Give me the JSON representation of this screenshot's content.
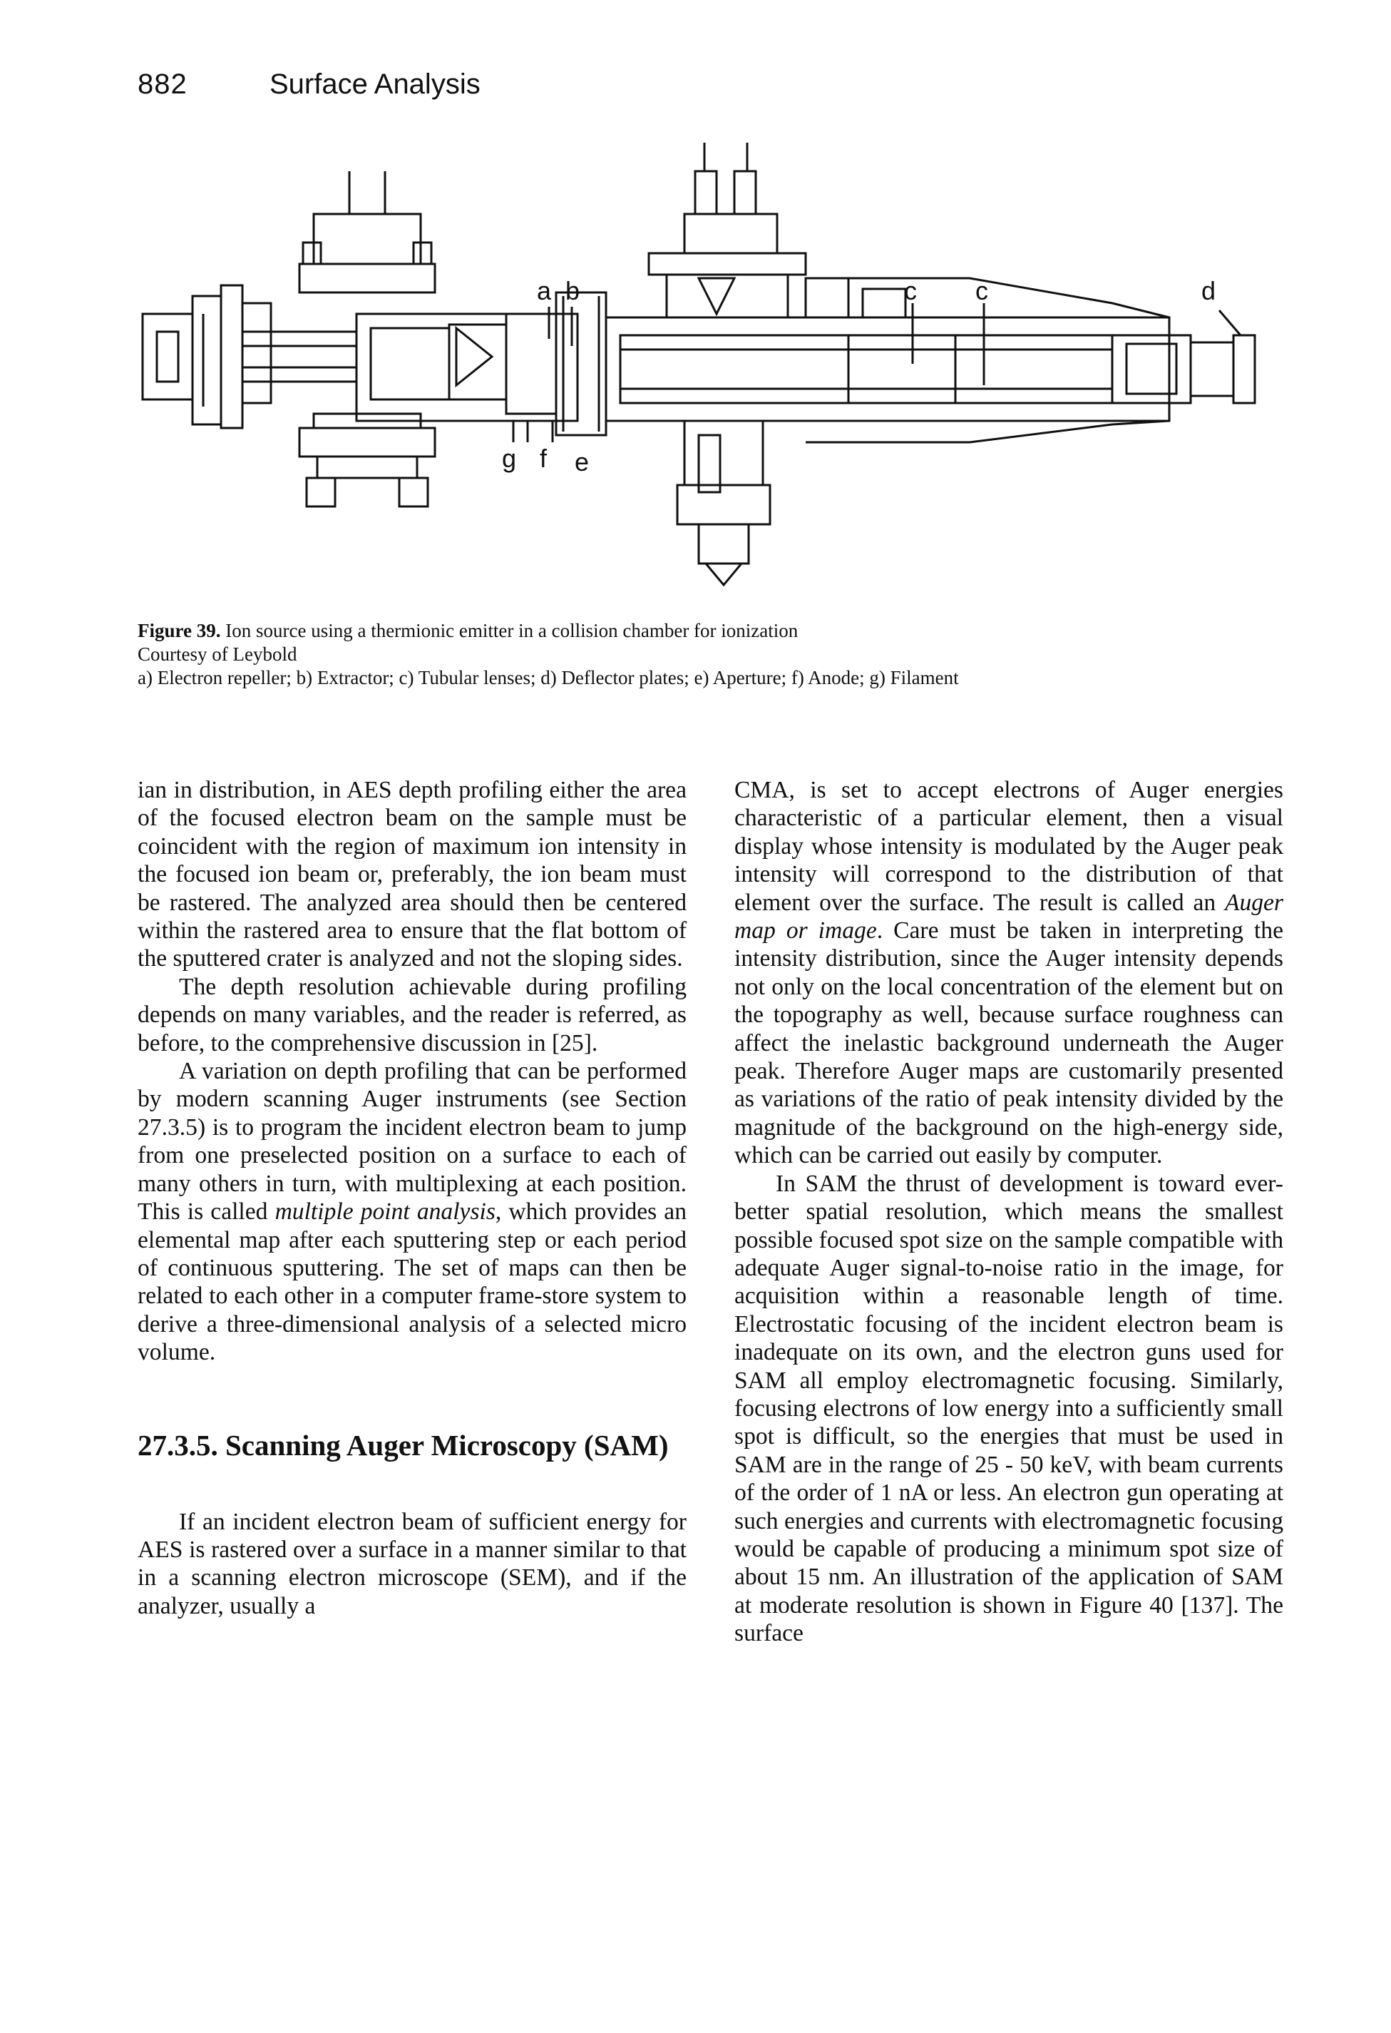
{
  "header": {
    "page_number": "882",
    "running_title": "Surface Analysis"
  },
  "figure": {
    "labels": {
      "a": "a",
      "b": "b",
      "c1": "c",
      "c2": "c",
      "d": "d",
      "e": "e",
      "f": "f",
      "g": "g"
    },
    "caption": {
      "label": "Figure 39.",
      "title": "Ion source using a thermionic emitter in a collision chamber for ionization",
      "credit": "Courtesy of Leybold",
      "legend": "a) Electron repeller; b) Extractor; c) Tubular lenses; d) Deflector plates; e) Aperture; f) Anode; g) Filament"
    }
  },
  "left_column": {
    "p1": "ian in distribution, in AES depth profiling either the area of the focused electron beam on the sample must be coincident with the region of maximum ion intensity in the focused ion beam or, preferably, the ion beam must be rastered. The analyzed area should then be centered within the rastered area to ensure that the flat bottom of the sputtered crater is analyzed and not the sloping sides.",
    "p2": "The depth resolution achievable during profiling depends on many variables, and the reader is referred, as before, to the comprehensive discussion in [25].",
    "p3_a": "A variation on depth profiling that can be performed by modern scanning Auger instruments (see Section 27.3.5) is to program the incident electron beam to jump from one preselected position on a surface to each of many others in turn, with multiplexing at each position. This is called ",
    "p3_em": "multiple point analysis",
    "p3_b": ", which provides an elemental map after each sputtering step or each period of continuous sputtering. The set of maps can then be related to each other in a computer frame-store system to derive a three-dimensional analysis of a selected micro volume.",
    "section_heading": "27.3.5. Scanning Auger Microscopy (SAM)",
    "p4": "If an incident electron beam of sufficient energy for AES is rastered over a surface in a manner similar to that in a scanning electron microscope (SEM), and if the analyzer, usually a"
  },
  "right_column": {
    "p1_a": "CMA, is set to accept electrons of Auger energies characteristic of a particular element, then a visual display whose intensity is modulated by the Auger peak intensity will correspond to the distribution of that element over the surface. The result is called an ",
    "p1_em": "Auger map or image",
    "p1_b": ". Care must be taken in interpreting the intensity distribution, since the Auger intensity depends not only on the local concentration of the element but on the topography as well, because surface roughness can affect the inelastic background underneath the Auger peak. Therefore Auger maps are customarily presented as variations of the ratio of peak intensity divided by the magnitude of the background on the high-energy side, which can be carried out easily by computer.",
    "p2": "In SAM the thrust of development is toward ever-better spatial resolution, which means the smallest possible focused spot size on the sample compatible with adequate Auger signal-to-noise ratio in the image, for acquisition within a reasonable length of time. Electrostatic focusing of the incident electron beam is inadequate on its own, and the electron guns used for SAM all employ electromagnetic focusing. Similarly, focusing electrons of low energy into a sufficiently small spot is difficult, so the energies that must be used in SAM are in the range of 25 - 50 keV, with beam currents of the order of 1 nA or less. An electron gun operating at such energies and currents with electromagnetic focusing would be capable of producing a minimum spot size of about 15 nm. An illustration of the application of SAM at moderate resolution is shown in Figure 40 [137]. The surface"
  }
}
